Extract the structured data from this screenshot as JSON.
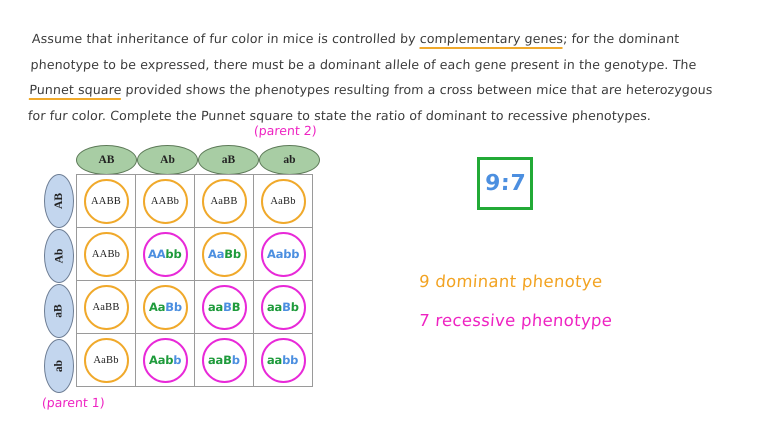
{
  "question": {
    "lines": [
      [
        {
          "t": "Assume that inheritance of fur color in mice is controlled by ",
          "u": false
        },
        {
          "t": "complementary genes",
          "u": true
        },
        {
          "t": "; for the dominant",
          "u": false
        }
      ],
      [
        {
          "t": "phenotype to be expressed, there must be a dominant allele of each gene present in the genotype. The",
          "u": false
        }
      ],
      [
        {
          "t": "Punnet square",
          "u": true
        },
        {
          "t": " provided shows the phenotypes resulting from a cross between mice that are heterozygous",
          "u": false
        }
      ],
      [
        {
          "t": "for fur color. Complete the Punnet square to state the ratio of dominant to recessive phenotypes.",
          "u": false
        }
      ]
    ]
  },
  "punnett": {
    "parent2_label": "(parent 2)",
    "parent1_label": "(parent 1)",
    "column_headers": [
      "AB",
      "Ab",
      "aB",
      "ab"
    ],
    "row_headers": [
      "AB",
      "Ab",
      "aB",
      "ab"
    ],
    "cells": [
      [
        {
          "genotype": "AABB",
          "style": "print",
          "ring": "orange"
        },
        {
          "genotype": "AABb",
          "style": "print",
          "ring": "orange"
        },
        {
          "genotype": "AaBB",
          "style": "print",
          "ring": "orange"
        },
        {
          "genotype": "AaBb",
          "style": "print",
          "ring": "orange"
        }
      ],
      [
        {
          "genotype": "AABb",
          "style": "print",
          "ring": "orange"
        },
        {
          "genotype": "AAbb",
          "style": "hand",
          "ring": "magenta",
          "letter_colors": [
            "b",
            "b",
            "g",
            "g"
          ]
        },
        {
          "genotype": "AaBb",
          "style": "hand",
          "ring": "orange",
          "letter_colors": [
            "b",
            "b",
            "g",
            "g"
          ]
        },
        {
          "genotype": "Aabb",
          "style": "hand",
          "ring": "magenta",
          "letter_colors": [
            "b",
            "b",
            "b",
            "b"
          ]
        }
      ],
      [
        {
          "genotype": "AaBB",
          "style": "print",
          "ring": "orange"
        },
        {
          "genotype": "AaBb",
          "style": "hand",
          "ring": "orange",
          "letter_colors": [
            "g",
            "g",
            "b",
            "b"
          ]
        },
        {
          "genotype": "aaBB",
          "style": "hand",
          "ring": "magenta",
          "letter_colors": [
            "g",
            "g",
            "b",
            "g"
          ]
        },
        {
          "genotype": "aaBb",
          "style": "hand",
          "ring": "magenta",
          "letter_colors": [
            "g",
            "g",
            "b",
            "g"
          ]
        }
      ],
      [
        {
          "genotype": "AaBb",
          "style": "print",
          "ring": "orange"
        },
        {
          "genotype": "Aabb",
          "style": "hand",
          "ring": "magenta",
          "letter_colors": [
            "g",
            "g",
            "g",
            "b"
          ]
        },
        {
          "genotype": "aaBb",
          "style": "hand",
          "ring": "magenta",
          "letter_colors": [
            "g",
            "g",
            "g",
            "b"
          ]
        },
        {
          "genotype": "aabb",
          "style": "hand",
          "ring": "magenta",
          "letter_colors": [
            "g",
            "g",
            "b",
            "b"
          ]
        }
      ]
    ]
  },
  "answer": {
    "value": "9:7"
  },
  "annotations": {
    "dominant": "9 dominant phenotye",
    "recessive": "7 recessive phenotype"
  },
  "colors": {
    "orange": "#f0a92b",
    "magenta": "#e829d8",
    "green_ring": "#22aa36",
    "blue_text": "#4c8fe0",
    "green_text": "#1f9b3c",
    "col_header_fill": "#a8cda4",
    "row_header_fill": "#c3d6ee"
  }
}
